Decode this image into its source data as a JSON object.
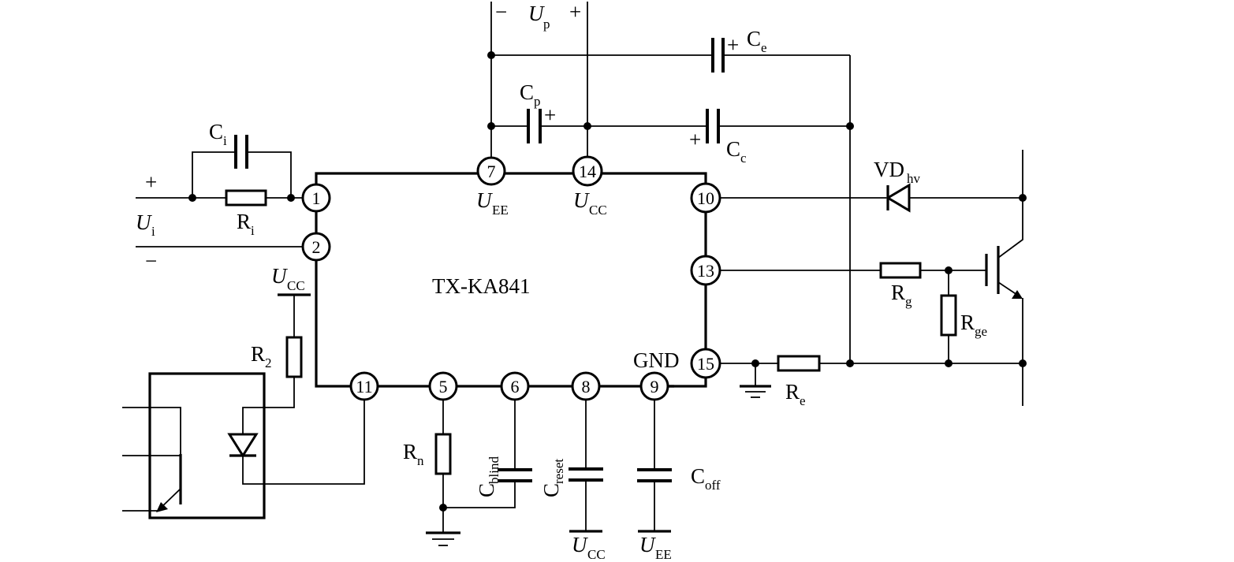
{
  "chip": {
    "name": "TX-KA841"
  },
  "pins": {
    "p1": "1",
    "p2": "2",
    "p7": "7",
    "p14": "14",
    "p10": "10",
    "p13": "13",
    "p15": "15",
    "p11": "11",
    "p5": "5",
    "p6": "6",
    "p8": "8",
    "p9": "9"
  },
  "labels": {
    "up_minus": "−",
    "up_main": "U",
    "up_sub": "p",
    "up_plus": "+",
    "ce_main": "C",
    "ce_sub": "e",
    "ce_plus": "+",
    "cp_main": "C",
    "cp_sub": "p",
    "cp_plus": "+",
    "cc_main": "C",
    "cc_sub": "c",
    "cc_plus": "+",
    "ci_main": "C",
    "ci_sub": "i",
    "ri_main": "R",
    "ri_sub": "i",
    "ui_main": "U",
    "ui_sub": "i",
    "ui_plus": "+",
    "ui_minus": "−",
    "uee7_main": "U",
    "uee7_sub": "EE",
    "ucc14_main": "U",
    "ucc14_sub": "CC",
    "vdhv_main": "VD",
    "vdhv_sub": "hv",
    "rg_main": "R",
    "rg_sub": "g",
    "rge_main": "R",
    "rge_sub": "ge",
    "re_main": "R",
    "re_sub": "e",
    "gnd": "GND",
    "ucc_r2_main": "U",
    "ucc_r2_sub": "CC",
    "r2_main": "R",
    "r2_sub": "2",
    "rn_main": "R",
    "rn_sub": "n",
    "cblind_main": "C",
    "cblind_sub": "blind",
    "creset_main": "C",
    "creset_sub": "reset",
    "coff_main": "C",
    "coff_sub": "off",
    "ucc_bot_main": "U",
    "ucc_bot_sub": "CC",
    "uee_bot_main": "U",
    "uee_bot_sub": "EE"
  }
}
